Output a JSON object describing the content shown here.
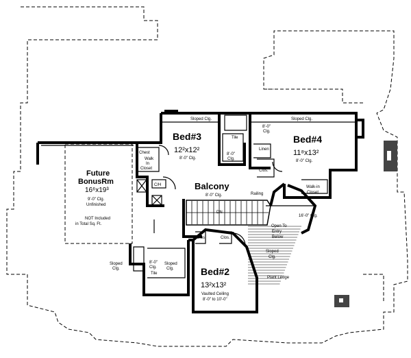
{
  "plan": {
    "bed3": {
      "name": "Bed#3",
      "size": "12²x12²",
      "ceiling": "8'-0\" Clg.",
      "note": "Sloped Clg."
    },
    "bed4": {
      "name": "Bed#4",
      "size": "11⁸x13²",
      "ceiling": "8'-0\" Clg.",
      "note": "Sloped Clg."
    },
    "bed2": {
      "name": "Bed#2",
      "size": "13²x13²",
      "ceiling_line1": "Vaulted Ceiling",
      "ceiling_line2": "8'-0\" to 10'-0\""
    },
    "bonus": {
      "name_line1": "Future",
      "name_line2": "BonusRm",
      "size": "16⁶x19³",
      "ceiling": "9'-0\" Clg.",
      "status": "Unfinished",
      "note_line1": "NOT Included",
      "note_line2": "in Total Sq. Ft."
    },
    "balcony": {
      "name": "Balcony",
      "ceiling": "8'-0\" Clg."
    },
    "labels": {
      "tile_top": "Tile",
      "linen": "Linen",
      "clg_8_top": "8'-0\"",
      "clg_top_b": "Clg.",
      "closet_bed4": "Clos.",
      "closet_bed2_a": "Clos.",
      "closet_bed2_b": "Clos.",
      "walkin_closet_bed4_a": "Walk-in",
      "walkin_closet_bed4_b": "Closet",
      "walkin_closet_bed3_a": "Walk",
      "walkin_closet_bed3_b": "In",
      "walkin_closet_bed3_c": "Closet",
      "chest": "Chest",
      "ch": "C/H",
      "railing": "Railing",
      "dn": "DN",
      "open_to_entry_a": "Open To",
      "open_to_entry_b": "Entry",
      "open_to_entry_c": "Below",
      "clg_16": "16'-0\" Clg.",
      "sloped_a": "Sloped",
      "sloped_b": "Clg.",
      "plant_ledge": "Plant Ledge",
      "bath2_clg_a": "8'-0\"",
      "bath2_clg_b": "Clg.",
      "bath2_tile": "Tile",
      "bath2_sloped_a": "Sloped",
      "bath2_sloped_b": "Clg.",
      "bath_left_sloped_a": "Sloped",
      "bath_left_sloped_b": "Clg.",
      "bath3_clg_a": "8'-0\"",
      "bath3_clg_b": "Clg."
    }
  }
}
